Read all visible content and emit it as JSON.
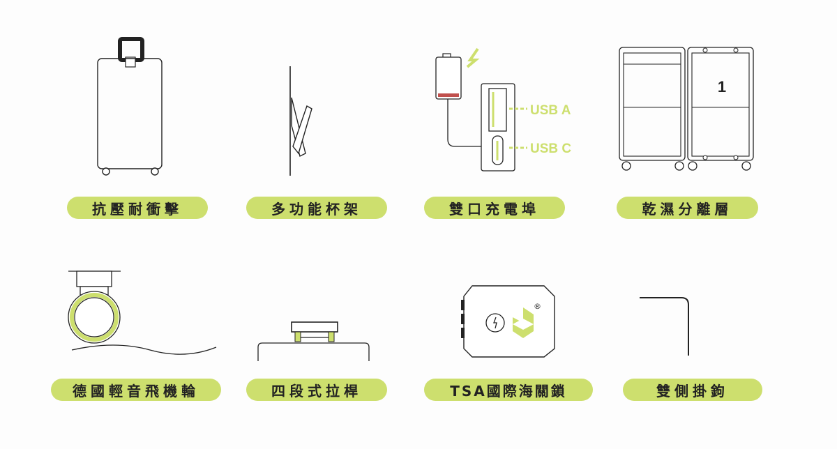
{
  "accent_color": "#cddf6e",
  "features": [
    {
      "label": "抗壓耐衝擊",
      "icon": "suitcase-icon"
    },
    {
      "label": "多功能杯架",
      "icon": "cup-holder-icon"
    },
    {
      "label": "雙口充電埠",
      "icon": "usb-port-icon"
    },
    {
      "label": "乾濕分離層",
      "icon": "open-suitcase-icon"
    },
    {
      "label": "德國輕音飛機輪",
      "icon": "wheel-icon"
    },
    {
      "label": "四段式拉桿",
      "icon": "handle-icon"
    },
    {
      "label": "TSA國際海關鎖",
      "icon": "tsa-lock-icon"
    },
    {
      "label": "雙側掛鉤",
      "icon": "hook-icon"
    }
  ],
  "usb": {
    "port_a": "USB A",
    "port_c": "USB C"
  },
  "compartment_number": "1"
}
